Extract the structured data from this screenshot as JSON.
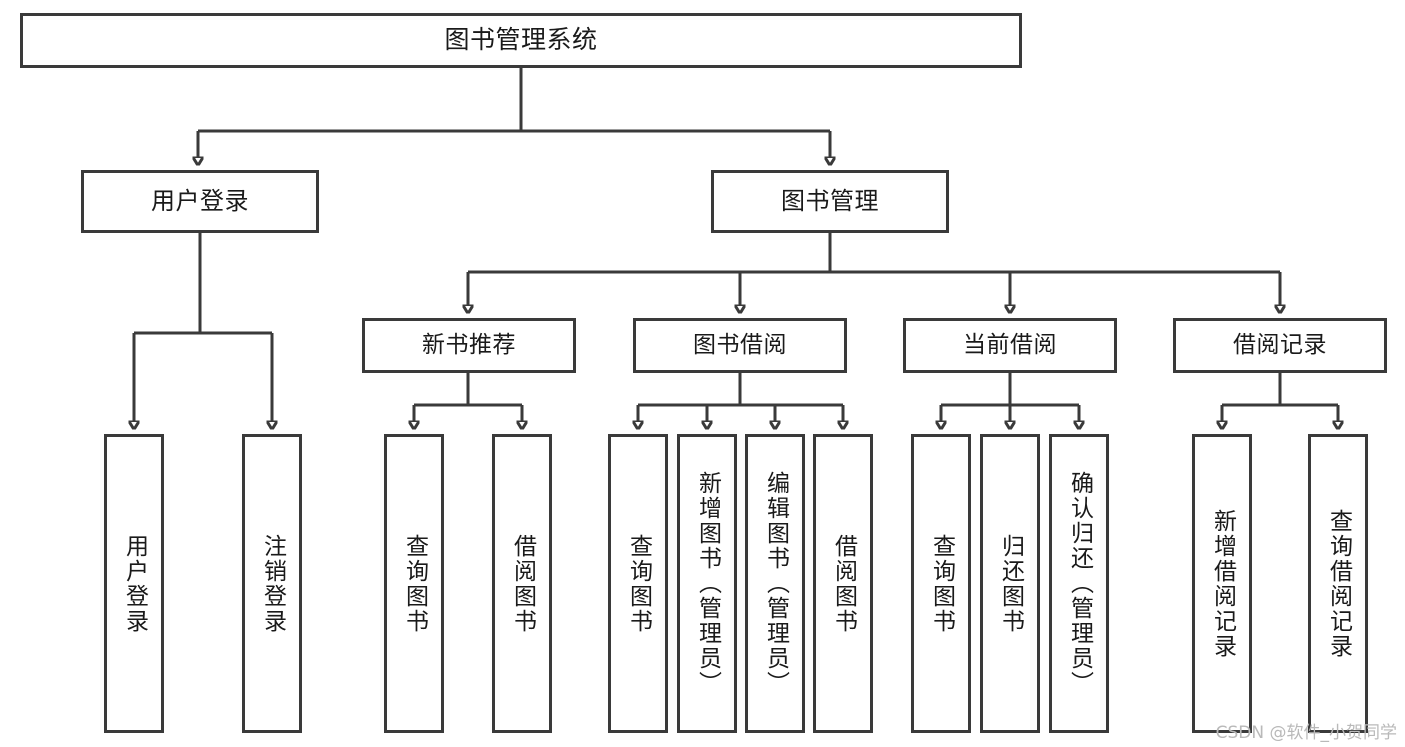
{
  "diagram": {
    "title": "图书管理系统",
    "type": "function-structure-tree",
    "watermark": "CSDN @软件_小贺同学",
    "colors": {
      "border": "#3a3a3a",
      "background": "#ffffff",
      "text": "#1a1a1a",
      "watermark": "#b9b9b9"
    }
  },
  "nodes": {
    "root": {
      "label": "图书管理系统"
    },
    "level1": [
      {
        "label": "用户登录"
      },
      {
        "label": "图书管理"
      }
    ],
    "level2": [
      {
        "label": "新书推荐"
      },
      {
        "label": "图书借阅"
      },
      {
        "label": "当前借阅"
      },
      {
        "label": "借阅记录"
      }
    ],
    "leaves": {
      "user_login": [
        {
          "label": "用户登录"
        },
        {
          "label": "注销登录"
        }
      ],
      "new_book_recommend": [
        {
          "label": "查询图书"
        },
        {
          "label": "借阅图书"
        }
      ],
      "book_borrow": [
        {
          "label": "查询图书"
        },
        {
          "label": "新增图书（管理员）"
        },
        {
          "label": "编辑图书（管理员）"
        },
        {
          "label": "借阅图书"
        }
      ],
      "current_borrow": [
        {
          "label": "查询图书"
        },
        {
          "label": "归还图书"
        },
        {
          "label": "确认归还（管理员）"
        }
      ],
      "borrow_record": [
        {
          "label": "新增借阅记录"
        },
        {
          "label": "查询借阅记录"
        }
      ]
    }
  }
}
